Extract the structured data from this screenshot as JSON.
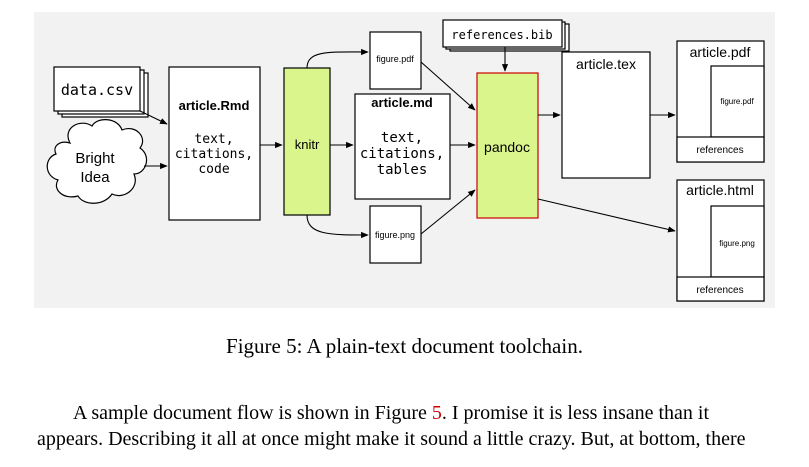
{
  "diagram": {
    "nodes": {
      "data_csv": "data.csv",
      "bright_idea": [
        "Bright",
        "Idea"
      ],
      "article_rmd": {
        "title": "article.Rmd",
        "body": [
          "text,",
          "citations,",
          "code"
        ]
      },
      "knitr": "knitr",
      "figure_pdf": "figure.pdf",
      "figure_png": "figure.png",
      "article_md": {
        "title": "article.md",
        "body": [
          "text,",
          "citations,",
          "tables"
        ]
      },
      "references_bib": "references.bib",
      "pandoc": "pandoc",
      "article_tex": "article.tex",
      "article_pdf": {
        "title": "article.pdf",
        "figure": "figure.pdf",
        "references": "references"
      },
      "article_html": {
        "title": "article.html",
        "figure": "figure.png",
        "references": "references"
      }
    },
    "colors": {
      "tool_fill": "#d9f58c",
      "panel_background": "#f2f2f2",
      "pandoc_border": "#cc0000",
      "figure_reference": "#cc0000"
    }
  },
  "caption": "Figure 5: A plain-text document toolchain.",
  "body_text": {
    "line1_before": "A sample document flow is shown in Figure ",
    "line1_ref": "5",
    "line1_after": ". I promise it is less insane than it",
    "line2": "appears. Describing it all at once might make it sound a little crazy. But, at bottom, there"
  }
}
